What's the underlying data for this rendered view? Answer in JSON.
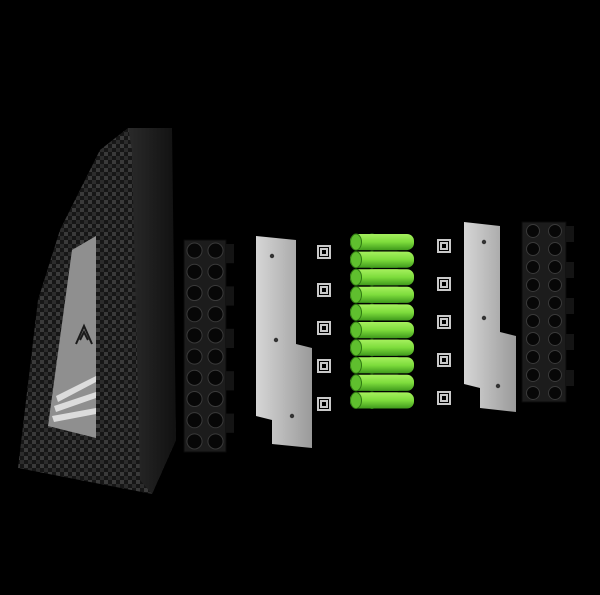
{
  "scene": {
    "description_free": true,
    "colors": {
      "background": "#000000",
      "shell": "#1c1c1c",
      "carbon_light": "#3a3a3a",
      "carbon_dark": "#141414",
      "label_panel": "#9a9a9a",
      "bracket": "#1a1a1a",
      "plate": "#b8b8b8",
      "clip": "#c9c9c9",
      "cell_green": "#7ddc3c",
      "cell_green_dark": "#3f9a1c",
      "cell_cap": "#5a5a5a"
    },
    "parts": [
      {
        "name": "carbon-fiber-shell"
      },
      {
        "name": "cell-holder-bracket-left"
      },
      {
        "name": "nickel-plate-left"
      },
      {
        "name": "nickel-strip-clips-left"
      },
      {
        "name": "battery-cell-stack"
      },
      {
        "name": "nickel-strip-clips-right"
      },
      {
        "name": "nickel-plate-right"
      },
      {
        "name": "cell-holder-bracket-right"
      }
    ],
    "battery_cells": {
      "rows": 10,
      "columns": 2
    },
    "holder_slots": {
      "rows": 10,
      "columns": 2
    }
  }
}
